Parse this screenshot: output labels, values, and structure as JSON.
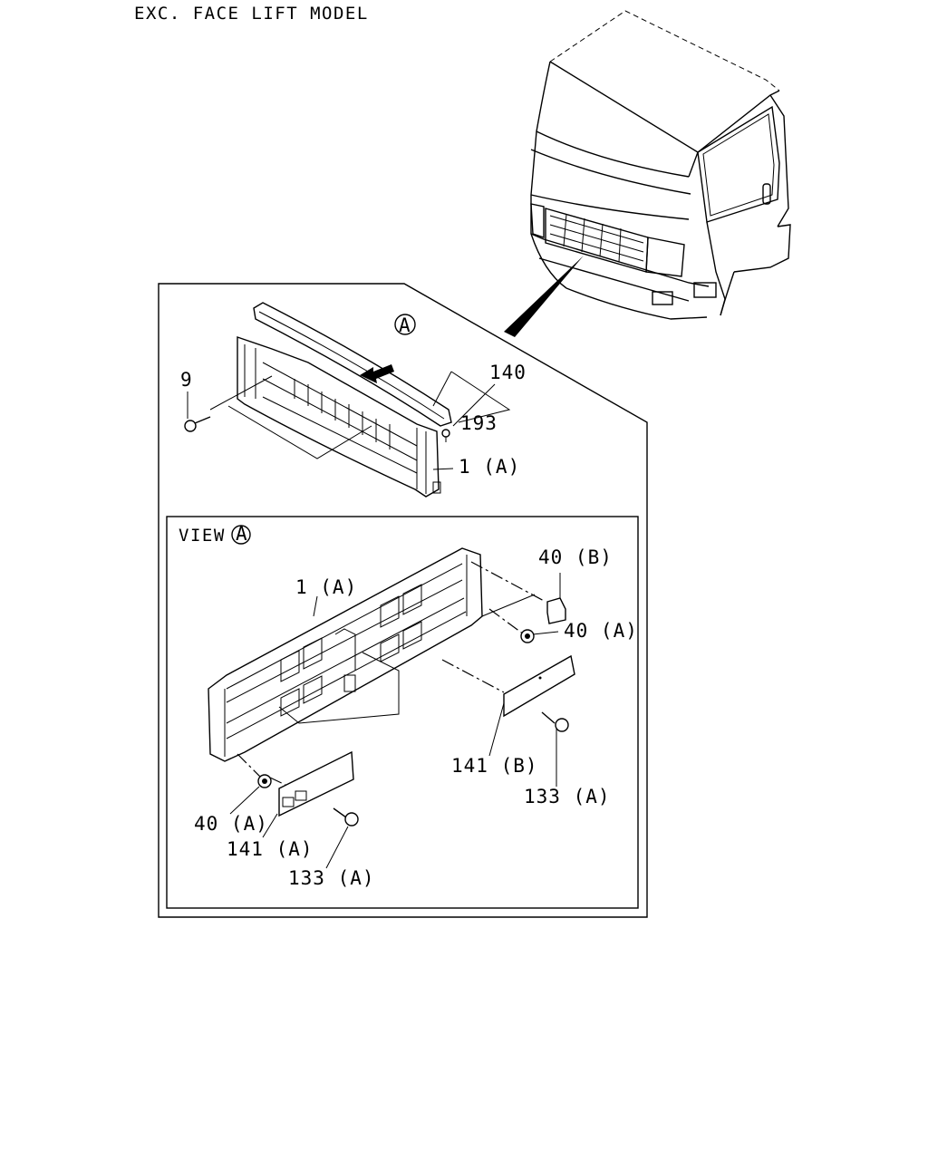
{
  "header": {
    "title": "EXC. FACE LIFT MODEL"
  },
  "view": {
    "label": "VIEW",
    "ref": "A"
  },
  "callout_ref": "A",
  "labels": {
    "p140": "140",
    "p193": "193",
    "p9": "9",
    "p1a_top": "1 (A)",
    "p1a_view": "1 (A)",
    "p40b": "40 (B)",
    "p40a_right": "40 (A)",
    "p40a_left": "40 (A)",
    "p141b": "141 (B)",
    "p141a": "141 (A)",
    "p133a_right": "133 (A)",
    "p133a_left": "133 (A)"
  }
}
